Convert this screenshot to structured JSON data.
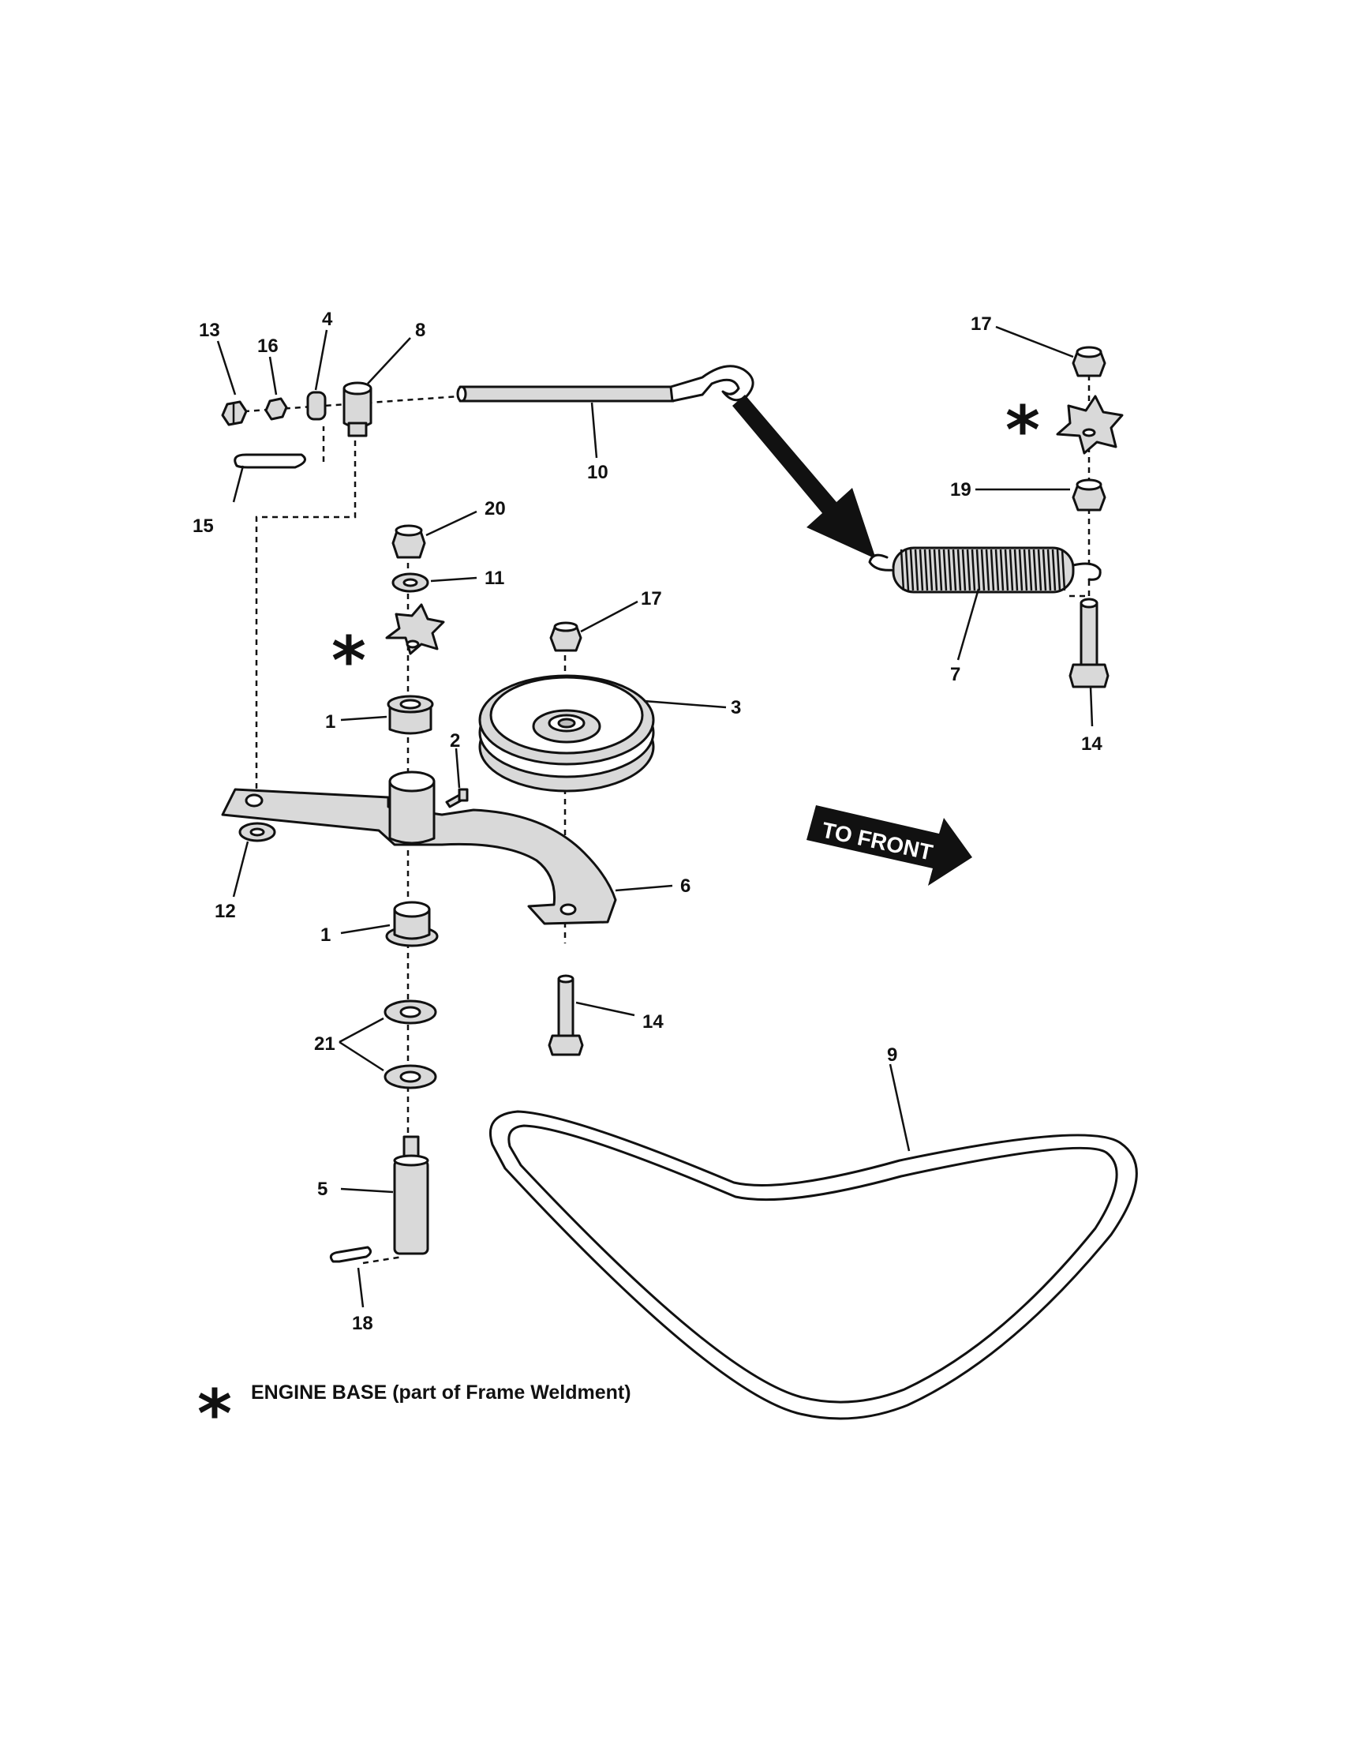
{
  "callouts": {
    "c1a": "1",
    "c1b": "1",
    "c2": "2",
    "c3": "3",
    "c4": "4",
    "c5": "5",
    "c6": "6",
    "c7": "7",
    "c8": "8",
    "c9": "9",
    "c10": "10",
    "c11": "11",
    "c12": "12",
    "c13": "13",
    "c14a": "14",
    "c14b": "14",
    "c15": "15",
    "c16": "16",
    "c17a": "17",
    "c17b": "17",
    "c18": "18",
    "c19": "19",
    "c20": "20",
    "c21": "21"
  },
  "marker_symbol": "*",
  "direction_label": "TO FRONT",
  "legend": {
    "symbol": "*",
    "text": "ENGINE BASE (part of Frame Weldment)"
  }
}
